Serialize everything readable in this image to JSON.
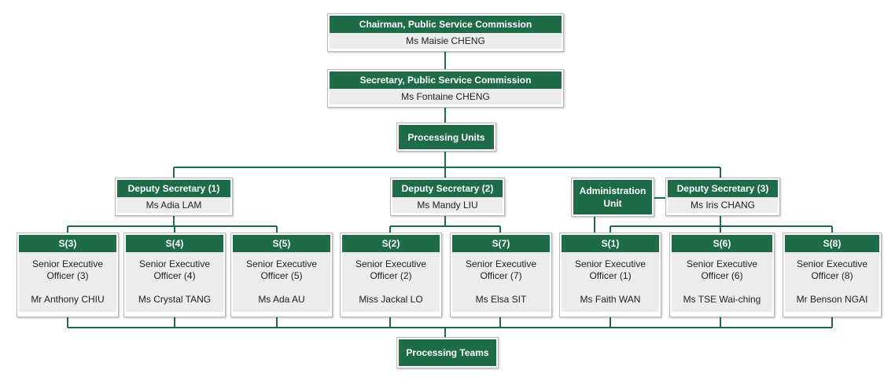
{
  "chairman": {
    "title": "Chairman, Public Service Commission",
    "name": "Ms Maisie CHENG"
  },
  "secretary": {
    "title": "Secretary, Public Service Commission",
    "name": "Ms Fontaine CHENG"
  },
  "processing_units": "Processing Units",
  "deputies": [
    {
      "title": "Deputy Secretary (1)",
      "name": "Ms Adia LAM"
    },
    {
      "title": "Deputy Secretary (2)",
      "name": "Ms Mandy LIU"
    },
    {
      "title": "Deputy Secretary (3)",
      "name": "Ms Iris CHANG"
    }
  ],
  "admin_unit": "Administration Unit",
  "sections": [
    {
      "code": "S(3)",
      "role": "Senior Executive Officer (3)",
      "name": "Mr Anthony CHIU"
    },
    {
      "code": "S(4)",
      "role": "Senior Executive Officer (4)",
      "name": "Ms Crystal TANG"
    },
    {
      "code": "S(5)",
      "role": "Senior Executive Officer (5)",
      "name": "Ms Ada AU"
    },
    {
      "code": "S(2)",
      "role": "Senior Executive Officer (2)",
      "name": "Miss Jackal LO"
    },
    {
      "code": "S(7)",
      "role": "Senior Executive Officer (7)",
      "name": "Ms Elsa SIT"
    },
    {
      "code": "S(1)",
      "role": "Senior Executive Officer (1)",
      "name": "Ms Faith WAN"
    },
    {
      "code": "S(6)",
      "role": "Senior Executive Officer (6)",
      "name": "Ms TSE Wai-ching"
    },
    {
      "code": "S(8)",
      "role": "Senior Executive Officer (8)",
      "name": "Mr Benson NGAI"
    }
  ],
  "processing_teams": "Processing Teams",
  "colors": {
    "header_green": "#1e6b48",
    "body_grey": "#ececec",
    "connector": "#1e6b48"
  }
}
